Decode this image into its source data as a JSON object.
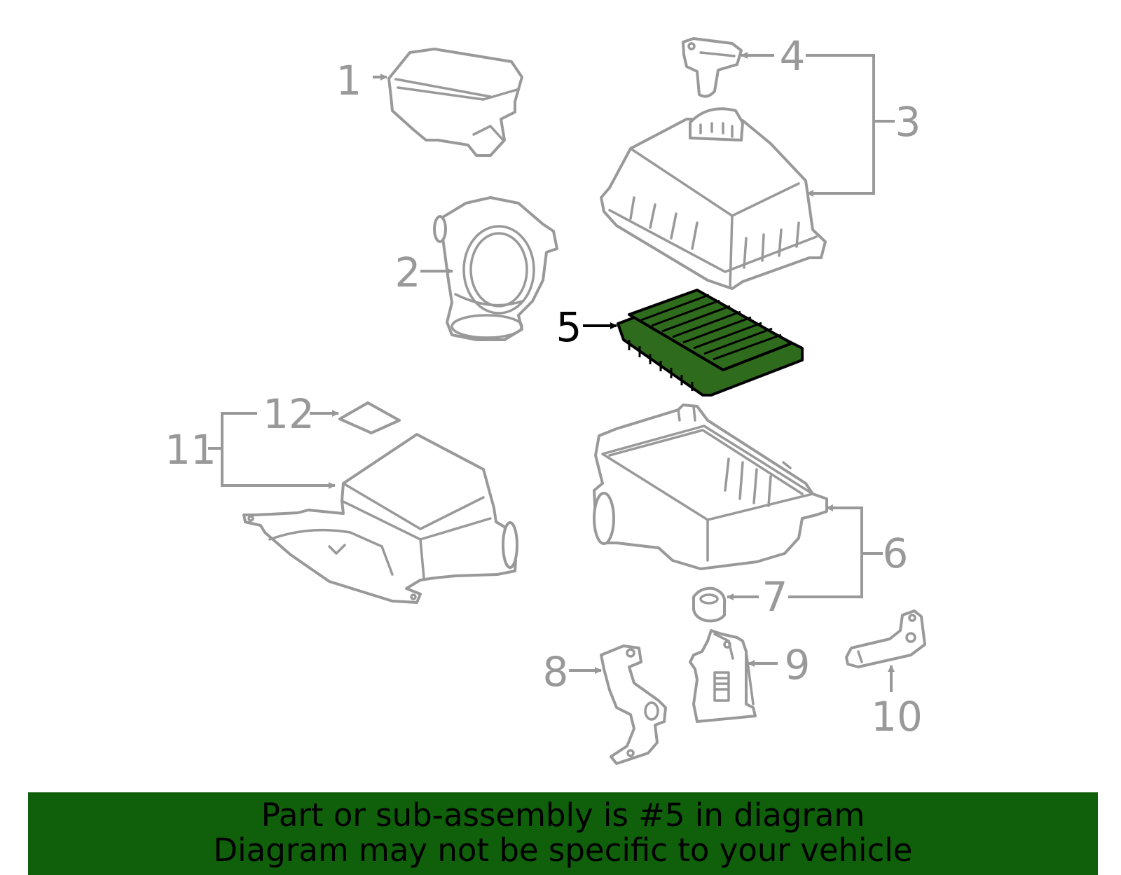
{
  "callouts": [
    "1",
    "2",
    "3",
    "4",
    "5",
    "6",
    "7",
    "8",
    "9",
    "10",
    "11",
    "12"
  ],
  "highlighted_part": "5",
  "colors": {
    "highlight_fill": "#2f6b1c",
    "banner": "#0f5f0b",
    "part_stroke": "#999999",
    "label_gray": "#999999"
  },
  "footer": {
    "line1": "Part or sub-assembly is #5 in diagram",
    "line2": "Diagram may not be specific to your vehicle"
  }
}
